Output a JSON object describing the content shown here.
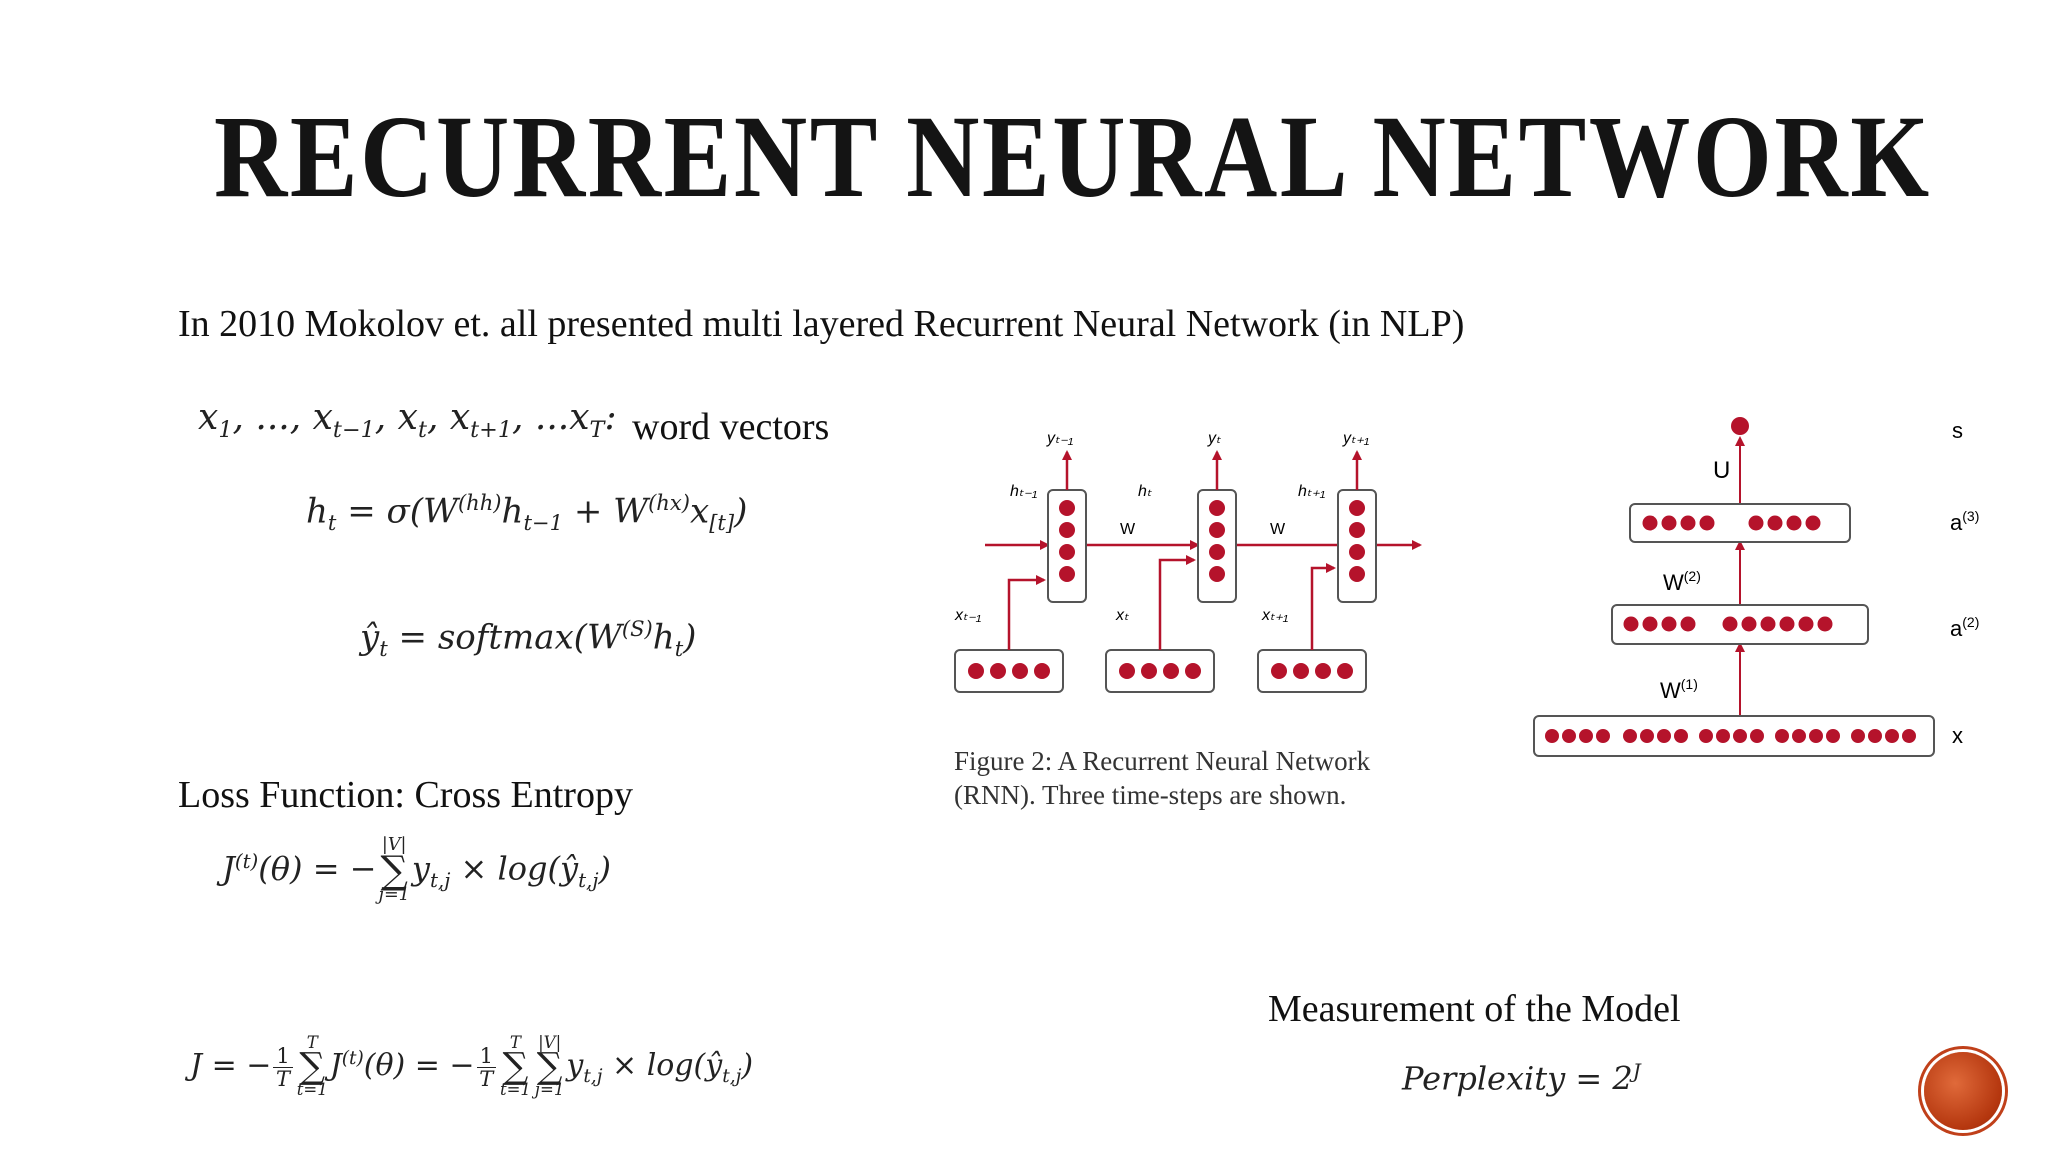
{
  "slide": {
    "title": "RECURRENT NEURAL NETWORK",
    "intro": "In 2010 Mokolov et. all presented multi layered  Recurrent Neural Network  (in NLP)",
    "word_vectors_label": "word vectors",
    "loss_heading": "Loss Function: Cross Entropy",
    "measurement_heading": "Measurement of the Model"
  },
  "figure": {
    "caption_line1": "Figure 2: A Recurrent Neural Network",
    "caption_line2": "(RNN). Three time-steps are shown.",
    "outputs": [
      "yₜ₋₁",
      "yₜ",
      "yₜ₊₁"
    ],
    "hidden": [
      "hₜ₋₁",
      "hₜ",
      "hₜ₊₁"
    ],
    "inputs": [
      "xₜ₋₁",
      "xₜ",
      "xₜ₊₁"
    ],
    "weight": "W"
  },
  "network": {
    "output_label": "s",
    "u_label": "U",
    "a3_label": "a",
    "a3_sup": "(3)",
    "a2_label": "a",
    "a2_sup": "(2)",
    "w2_label": "W",
    "w2_sup": "(2)",
    "w1_label": "W",
    "w1_sup": "(1)",
    "x_label": "x"
  },
  "colors": {
    "node_red": "#b5132b",
    "box_border": "#555555",
    "arrow_red": "#b5132b",
    "badge": "#c0401a"
  }
}
